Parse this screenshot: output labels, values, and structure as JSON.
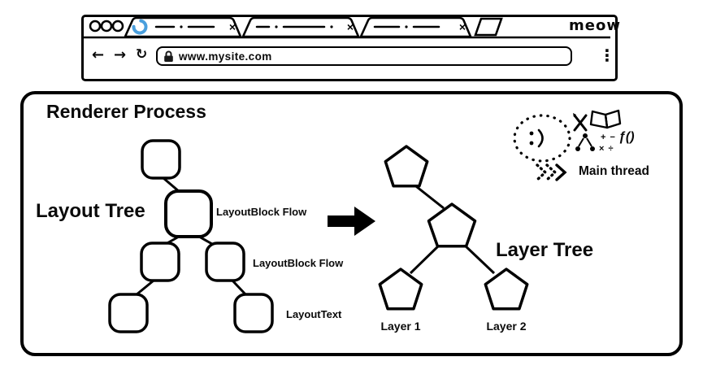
{
  "browser": {
    "brand": "meow",
    "tabs": [
      {
        "close_label": "×"
      },
      {
        "close_label": "×"
      },
      {
        "close_label": "×"
      }
    ],
    "toolbar": {
      "back_label": "←",
      "forward_label": "→",
      "reload_label": "↻",
      "address": "www.mysite.com",
      "menu_label": "⋮"
    }
  },
  "renderer": {
    "title": "Renderer Process",
    "layout_tree": {
      "label": "Layout Tree",
      "annotation_1": "LayoutBlock Flow",
      "annotation_2": "LayoutBlock Flow",
      "annotation_3": "LayoutText"
    },
    "layer_tree": {
      "label": "Layer Tree",
      "layer_1": "Layer 1",
      "layer_2": "Layer 2"
    },
    "main_thread": {
      "label": "Main thread",
      "function_doodle": "ƒ()",
      "math_row_1": "+ −",
      "math_row_2": "× ÷"
    }
  },
  "colors": {
    "ink": "#000000",
    "spinner_blue": "#4a9fdd"
  }
}
